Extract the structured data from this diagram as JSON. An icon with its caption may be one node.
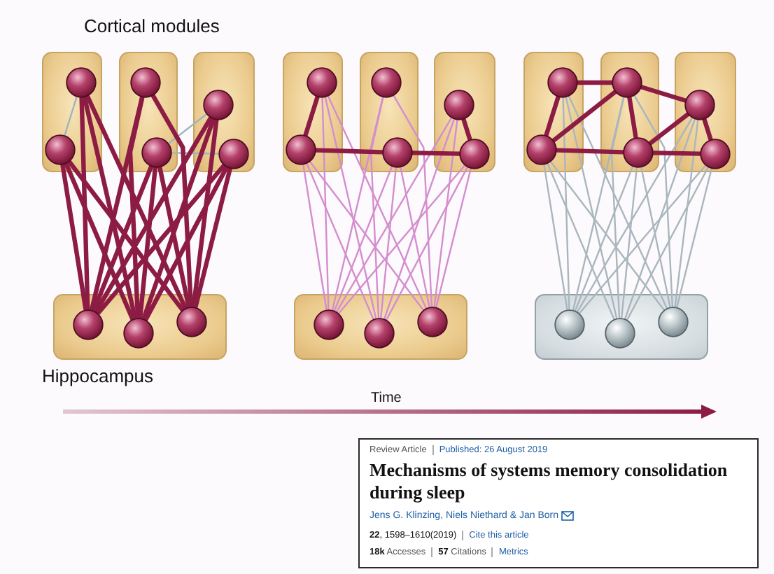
{
  "diagram": {
    "nodes": [
      {
        "text": [],
        "shape": "box"
      },
      {
        "text": [],
        "shape": "circle",
        "in": 0
      },
      {
        "text": [],
        "shape": "circle",
        "in": 0
      },
      {
        "text": [],
        "shape": "box"
      },
      {
        "text": [],
        "shape": "circle",
        "in": 3
      },
      {
        "text": [],
        "shape": "circle",
        "in": 3
      },
      {
        "text": [],
        "shape": "box"
      },
      {
        "text": [],
        "shape": "circle",
        "in": 6
      },
      {
        "text": [],
        "shape": "circle",
        "in": 6
      },
      {
        "text": [],
        "shape": "box"
      },
      {
        "text": [],
        "shape": "circle",
        "in": 9
      },
      {
        "text": [],
        "shape": "circle",
        "in": 9
      },
      {
        "text": [],
        "shape": "circle",
        "in": 9
      },
      {
        "text": [],
        "shape": "box"
      },
      {
        "text": [],
        "shape": "circle",
        "in": 13
      },
      {
        "text": [],
        "shape": "circle",
        "in": 13
      },
      {
        "text": [],
        "shape": "box"
      },
      {
        "text": [],
        "shape": "circle",
        "in": 16
      },
      {
        "text": [],
        "shape": "circle",
        "in": 16
      },
      {
        "text": [],
        "shape": "box"
      },
      {
        "text": [],
        "shape": "circle",
        "in": 19
      },
      {
        "text": [],
        "shape": "circle",
        "in": 19
      },
      {
        "text": [],
        "shape": "box"
      },
      {
        "text": [],
        "shape": "circle",
        "in": 22
      },
      {
        "text": [],
        "shape": "circle",
        "in": 22
      },
      {
        "text": [],
        "shape": "circle",
        "in": 22
      },
      {
        "text": [],
        "shape": "box"
      },
      {
        "text": [],
        "shape": "circle",
        "in": 26
      },
      {
        "text": [],
        "shape": "circle",
        "in": 26
      },
      {
        "text": [],
        "shape": "box"
      },
      {
        "text": [],
        "shape": "circle",
        "in": 29
      },
      {
        "text": [],
        "shape": "circle",
        "in": 29
      },
      {
        "text": [],
        "shape": "box"
      },
      {
        "text": [],
        "shape": "circle",
        "in": 32
      },
      {
        "text": [],
        "shape": "circle",
        "in": 32
      },
      {
        "text": [],
        "shape": "box"
      },
      {
        "text": [],
        "shape": "circle",
        "in": 35
      },
      {
        "text": [],
        "shape": "circle",
        "in": 35
      },
      {
        "text": [],
        "shape": "circle",
        "in": 35
      },
      {
        "text": [
          "Review Article",
          "Published: 26 August 2019",
          "Mechanisms of systems memory consolidation during sleep",
          "Jens G. Klinzing, Niels Niethard & Jan Born",
          "**22**, 1598–1610(2019)",
          "Cite this article",
          "**18k** Accesses",
          "**57** Citations",
          "Metrics"
        ]
      }
    ],
    "edges": [
      {
        "from": 1,
        "to": 2,
        "arrow": "none",
        "color": "#9fb3bf"
      },
      {
        "from": 5,
        "to": 7,
        "arrow": "none",
        "color": "#9fb3bf"
      },
      {
        "from": 5,
        "to": 8,
        "arrow": "none",
        "color": "#9fb3bf"
      },
      {
        "from": 1,
        "to": 10,
        "arrow": "none",
        "style": "thick"
      },
      {
        "from": 1,
        "to": 11,
        "arrow": "none",
        "style": "thick"
      },
      {
        "from": 1,
        "to": 12,
        "arrow": "none",
        "style": "thick"
      },
      {
        "from": 2,
        "to": 10,
        "arrow": "none",
        "style": "thick"
      },
      {
        "from": 2,
        "to": 11,
        "arrow": "none",
        "style": "thick"
      },
      {
        "from": 2,
        "to": 12,
        "arrow": "none",
        "style": "thick"
      },
      {
        "from": 4,
        "to": 10,
        "arrow": "none",
        "style": "thick"
      },
      {
        "from": 4,
        "to": 11,
        "arrow": "none",
        "style": "thick"
      },
      {
        "from": 4,
        "to": 12,
        "arrow": "none",
        "style": "thick"
      },
      {
        "from": 5,
        "to": 10,
        "arrow": "none",
        "style": "thick"
      },
      {
        "from": 5,
        "to": 11,
        "arrow": "none",
        "style": "thick"
      },
      {
        "from": 5,
        "to": 12,
        "arrow": "none",
        "style": "thick"
      },
      {
        "from": 7,
        "to": 10,
        "arrow": "none",
        "style": "thick"
      },
      {
        "from": 7,
        "to": 11,
        "arrow": "none",
        "style": "thick"
      },
      {
        "from": 7,
        "to": 12,
        "arrow": "none",
        "style": "thick"
      },
      {
        "from": 8,
        "to": 10,
        "arrow": "none",
        "style": "thick"
      },
      {
        "from": 8,
        "to": 11,
        "arrow": "none",
        "style": "thick"
      },
      {
        "from": 8,
        "to": 12,
        "arrow": "none",
        "style": "thick"
      },
      {
        "from": 14,
        "to": 23,
        "arrow": "none",
        "color": "#d48dcf"
      },
      {
        "from": 14,
        "to": 24,
        "arrow": "none",
        "color": "#d48dcf"
      },
      {
        "from": 14,
        "to": 25,
        "arrow": "none",
        "color": "#d48dcf"
      },
      {
        "from": 15,
        "to": 23,
        "arrow": "none",
        "color": "#d48dcf"
      },
      {
        "from": 15,
        "to": 24,
        "arrow": "none",
        "color": "#d48dcf"
      },
      {
        "from": 15,
        "to": 25,
        "arrow": "none",
        "color": "#d48dcf"
      },
      {
        "from": 17,
        "to": 23,
        "arrow": "none",
        "color": "#d48dcf"
      },
      {
        "from": 17,
        "to": 24,
        "arrow": "none",
        "color": "#d48dcf"
      },
      {
        "from": 17,
        "to": 25,
        "arrow": "none",
        "color": "#d48dcf"
      },
      {
        "from": 18,
        "to": 23,
        "arrow": "none",
        "color": "#d48dcf"
      },
      {
        "from": 18,
        "to": 24,
        "arrow": "none",
        "color": "#d48dcf"
      },
      {
        "from": 18,
        "to": 25,
        "arrow": "none",
        "color": "#d48dcf"
      },
      {
        "from": 20,
        "to": 23,
        "arrow": "none",
        "color": "#d48dcf"
      },
      {
        "from": 20,
        "to": 24,
        "arrow": "none",
        "color": "#d48dcf"
      },
      {
        "from": 20,
        "to": 25,
        "arrow": "none",
        "color": "#d48dcf"
      },
      {
        "from": 21,
        "to": 23,
        "arrow": "none",
        "color": "#d48dcf"
      },
      {
        "from": 21,
        "to": 24,
        "arrow": "none",
        "color": "#d48dcf"
      },
      {
        "from": 21,
        "to": 25,
        "arrow": "none",
        "color": "#d48dcf"
      },
      {
        "from": 14,
        "to": 15,
        "arrow": "none",
        "style": "thick"
      },
      {
        "from": 15,
        "to": 18,
        "arrow": "none",
        "style": "thick"
      },
      {
        "from": 18,
        "to": 21,
        "arrow": "none",
        "style": "thick"
      },
      {
        "from": 20,
        "to": 21,
        "arrow": "none",
        "style": "thick"
      },
      {
        "from": 27,
        "to": 36,
        "arrow": "none",
        "color": "#aab6be"
      },
      {
        "from": 27,
        "to": 37,
        "arrow": "none",
        "color": "#aab6be"
      },
      {
        "from": 27,
        "to": 38,
        "arrow": "none",
        "color": "#aab6be"
      },
      {
        "from": 28,
        "to": 36,
        "arrow": "none",
        "color": "#aab6be"
      },
      {
        "from": 28,
        "to": 37,
        "arrow": "none",
        "color": "#aab6be"
      },
      {
        "from": 28,
        "to": 38,
        "arrow": "none",
        "color": "#aab6be"
      },
      {
        "from": 30,
        "to": 36,
        "arrow": "none",
        "color": "#aab6be"
      },
      {
        "from": 30,
        "to": 37,
        "arrow": "none",
        "color": "#aab6be"
      },
      {
        "from": 30,
        "to": 38,
        "arrow": "none",
        "color": "#aab6be"
      },
      {
        "from": 31,
        "to": 36,
        "arrow": "none",
        "color": "#aab6be"
      },
      {
        "from": 31,
        "to": 37,
        "arrow": "none",
        "color": "#aab6be"
      },
      {
        "from": 31,
        "to": 38,
        "arrow": "none",
        "color": "#aab6be"
      },
      {
        "from": 33,
        "to": 36,
        "arrow": "none",
        "color": "#aab6be"
      },
      {
        "from": 33,
        "to": 37,
        "arrow": "none",
        "color": "#aab6be"
      },
      {
        "from": 33,
        "to": 38,
        "arrow": "none",
        "color": "#aab6be"
      },
      {
        "from": 34,
        "to": 36,
        "arrow": "none",
        "color": "#aab6be"
      },
      {
        "from": 34,
        "to": 37,
        "arrow": "none",
        "color": "#aab6be"
      },
      {
        "from": 34,
        "to": 38,
        "arrow": "none",
        "color": "#aab6be"
      },
      {
        "from": 27,
        "to": 30,
        "arrow": "none",
        "style": "thick"
      },
      {
        "from": 27,
        "to": 28,
        "arrow": "none",
        "style": "thick"
      },
      {
        "from": 28,
        "to": 30,
        "arrow": "none",
        "style": "thick"
      },
      {
        "from": 30,
        "to": 33,
        "arrow": "none",
        "style": "thick"
      },
      {
        "from": 30,
        "to": 31,
        "arrow": "none",
        "style": "thick"
      },
      {
        "from": 28,
        "to": 31,
        "arrow": "none",
        "style": "thick"
      },
      {
        "from": 31,
        "to": 33,
        "arrow": "none",
        "style": "thick"
      },
      {
        "from": 31,
        "to": 34,
        "arrow": "none",
        "style": "thick"
      },
      {
        "from": 33,
        "to": 34,
        "arrow": "none",
        "style": "thick"
      }
    ],
    "labels": [
      "Cortical modules",
      "Hippocampus",
      "Time"
    ]
  }
}
